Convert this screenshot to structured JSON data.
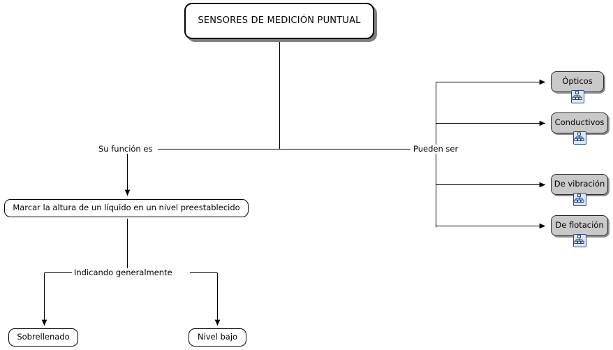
{
  "diagram": {
    "title": "SENSORES DE MEDICIÓN PUNTUAL",
    "type": "concept-map",
    "background_color": "#ffffff",
    "node_fill_white": "#ffffff",
    "node_fill_gray": "#c9c9c9",
    "line_color": "#000000",
    "shadow_color": "#808080",
    "icon_accent_color": "#2c4a7c"
  },
  "nodes": {
    "root": {
      "label": "SENSORES DE MEDICIÓN PUNTUAL"
    },
    "funcion": {
      "label": "Marcar la altura de un líquido en un nivel preestablecido"
    },
    "sobrellenado": {
      "label": "Sobrellenado"
    },
    "nivel_bajo": {
      "label": "Nivel bajo"
    },
    "opticos": {
      "label": "Ópticos",
      "icon": "resource-tree-icon"
    },
    "conductivos": {
      "label": "Conductivos",
      "icon": "resource-tree-icon"
    },
    "vibracion": {
      "label": "De vibración",
      "icon": "resource-tree-icon"
    },
    "flotacion": {
      "label": "De flotación",
      "icon": "resource-tree-icon"
    }
  },
  "link_labels": {
    "su_funcion_es": "Su función es",
    "pueden_ser": "Pueden ser",
    "indicando_generalmente": "Indicando generalmente"
  }
}
